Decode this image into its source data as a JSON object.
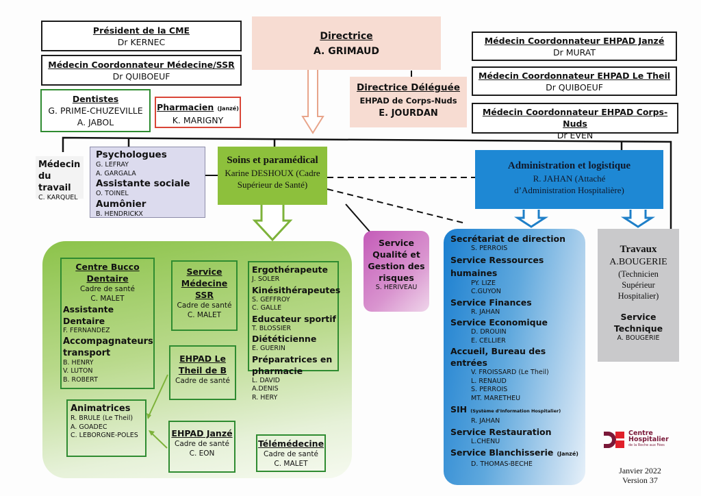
{
  "top_left": {
    "cme": {
      "title": "Président de la CME",
      "name": "Dr KERNEC"
    },
    "med_ssr": {
      "title": "Médecin Coordonnateur  Médecine/SSR",
      "name": "Dr QUIBOEUF"
    },
    "dentistes": {
      "title": "Dentistes",
      "names": [
        "G. PRIME-CHUZEVILLE",
        "A. JABOL"
      ]
    },
    "pharmacien": {
      "title": "Pharmacien",
      "qualifier": "(Janzé)",
      "name": "K.  MARIGNY"
    }
  },
  "center_top": {
    "directrice": {
      "title": "Directrice",
      "name": "A. GRIMAUD"
    },
    "deleguee": {
      "title": "Directrice Déléguée",
      "subtitle": "EHPAD de Corps-Nuds",
      "name": "E. JOURDAN"
    }
  },
  "top_right": [
    {
      "title": "Médecin Coordonnateur EHPAD Janzé",
      "name": "Dr MURAT"
    },
    {
      "title": "Médecin Coordonnateur EHPAD Le Theil",
      "name": "Dr QUIBOEUF"
    },
    {
      "title": "Médecin Coordonnateur EHPAD Corps-Nuds",
      "name": "Dr EVEN"
    }
  ],
  "medecin_travail": {
    "title_line1": "Médecin",
    "title_line2": "du travail",
    "name": "C. KARQUEL"
  },
  "psy_box": {
    "groups": [
      {
        "title": "Psychologues",
        "names": [
          "G. LEFRAY",
          "A. GARGALA"
        ]
      },
      {
        "title": "Assistante sociale",
        "names": [
          "O. TOINEL"
        ]
      },
      {
        "title": "Aumônier",
        "names": [
          "B. HENDRICKX"
        ]
      }
    ]
  },
  "soins": {
    "title": "Soins et paramédical",
    "line1": "Karine DESHOUX (Cadre",
    "line2": "Supérieur de Santé)"
  },
  "admin": {
    "title": "Administration et logistique",
    "line1": "R. JAHAN (Attaché",
    "line2": "d’Administration Hospitalière)"
  },
  "green_area": {
    "bucco": {
      "title_l1": "Centre Bucco",
      "title_l2": "Dentaire",
      "role": "Cadre de santé",
      "name": "C. MALET",
      "assist_title": "Assistante Dentaire",
      "assist_name": "F. FERNANDEZ",
      "accomp_title_l1": "Accompagnateurs",
      "accomp_title_l2": "transport",
      "accomp_names": [
        "B. HENRY",
        "V. LUTON",
        "B. ROBERT"
      ]
    },
    "ssr": {
      "title_l1": "Service",
      "title_l2": "Médecine",
      "title_l3": "SSR",
      "role": "Cadre de santé",
      "name": "C. MALET"
    },
    "theil": {
      "title_l1": "EHPAD Le",
      "title_l2": "Theil de B",
      "role": "Cadre de santé"
    },
    "janze": {
      "title": "EHPAD Janzé",
      "role": "Cadre de santé",
      "name": "C. EON"
    },
    "animatrices": {
      "title": "Animatrices",
      "names": [
        "R. BRULE  (Le Theil)",
        "A. GOADEC",
        "C. LEBORGNE-POLES"
      ]
    },
    "para": {
      "groups": [
        {
          "title": "Ergothérapeute",
          "names": [
            "J. SOLER"
          ]
        },
        {
          "title": "Kinésithérapeutes",
          "names": [
            "S. GEFFROY",
            "C. GALLE"
          ]
        },
        {
          "title": "Educateur sportif",
          "names": [
            "T. BLOSSIER"
          ]
        },
        {
          "title": "Diététicienne",
          "names": [
            "E. GUERIN"
          ]
        },
        {
          "title": "Préparatrices  en pharmacie",
          "names": [
            "L. DAVID",
            "A.DENIS",
            "R. HERY"
          ]
        }
      ]
    },
    "tele": {
      "title": "Télémédecine",
      "role": "Cadre de santé",
      "name": "C. MALET"
    }
  },
  "qualite": {
    "l1": "Service",
    "l2": "Qualité et",
    "l3": "Gestion des",
    "l4": "risques",
    "name": "S. HERIVEAU"
  },
  "blue_area": {
    "groups": [
      {
        "title": "Secrétariat de direction",
        "names": [
          "S. PERROIS"
        ]
      },
      {
        "title": "Service Ressources humaines",
        "names": [
          "PY. LIZE",
          "C.GUYON"
        ]
      },
      {
        "title": "Service Finances",
        "names": [
          "R. JAHAN"
        ]
      },
      {
        "title": "Service Economique",
        "names": [
          "D. DROUIN",
          "E. CELLIER"
        ]
      },
      {
        "title": "Accueil, Bureau des entrées",
        "names": [
          "V. FROISSARD (Le Theil)",
          "L. RENAUD",
          "S. PERROIS",
          "MT. MARETHEU"
        ]
      },
      {
        "title": "SIH",
        "note": "(Système d'Information Hospitalier)",
        "names": [
          "R. JAHAN"
        ]
      },
      {
        "title": "Service Restauration",
        "names": [
          "L.CHENU"
        ]
      },
      {
        "title": "Service Blanchisserie",
        "note": "(Janzé)",
        "names": [
          "D. THOMAS-BECHE"
        ]
      }
    ]
  },
  "travaux": {
    "title": "Travaux",
    "name": "A.BOUGERIE",
    "l1": "(Technicien",
    "l2": "Supérieur",
    "l3": "Hospitalier)",
    "svc_l1": "Service",
    "svc_l2": "Technique",
    "svc_name": "A. BOUGERIE"
  },
  "logo": {
    "l1": "Centre",
    "l2": "Hospitalier",
    "l3": "de la Roche aux Fées"
  },
  "footer": {
    "date": "Janvier 2022",
    "version": "Version 37"
  },
  "colors": {
    "peach": "#f7dcd2",
    "green": "#8dc03c",
    "blue": "#1e88d4",
    "lavender": "#dcdbee",
    "pink": "#cf7fc5",
    "grey": "#c9c9cb",
    "logo_red": "#e0202a",
    "logo_dark": "#7a1838"
  }
}
